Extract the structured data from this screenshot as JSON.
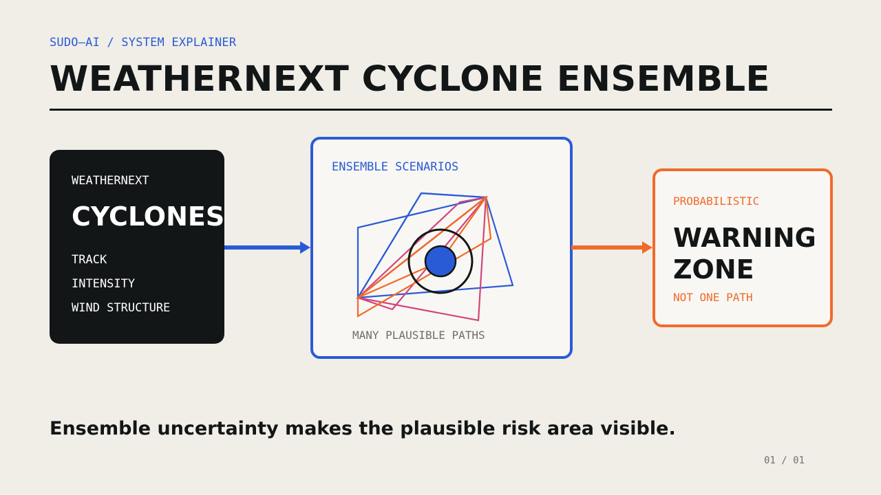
{
  "header": {
    "kicker": "SUDO—AI / SYSTEM EXPLAINER",
    "title": "WEATHERNEXT CYCLONE ENSEMBLE"
  },
  "input_card": {
    "eyebrow": "WEATHERNEXT",
    "title": "CYCLONES",
    "items": [
      "TRACK",
      "INTENSITY",
      "WIND STRUCTURE"
    ]
  },
  "ensemble_card": {
    "heading": "ENSEMBLE SCENARIOS",
    "caption": "MANY PLAUSIBLE PATHS"
  },
  "output_card": {
    "eyebrow": "PROBABILISTIC",
    "title_line1": "WARNING",
    "title_line2": "ZONE",
    "subtitle": "NOT ONE PATH"
  },
  "footer": {
    "summary": "Ensemble uncertainty makes the plausible risk area visible.",
    "page": "01 / 01"
  },
  "colors": {
    "background": "#f0eee7",
    "dark": "#131617",
    "blue": "#2a5bd7",
    "orange": "#f06a2b",
    "pink": "#d2447c"
  }
}
